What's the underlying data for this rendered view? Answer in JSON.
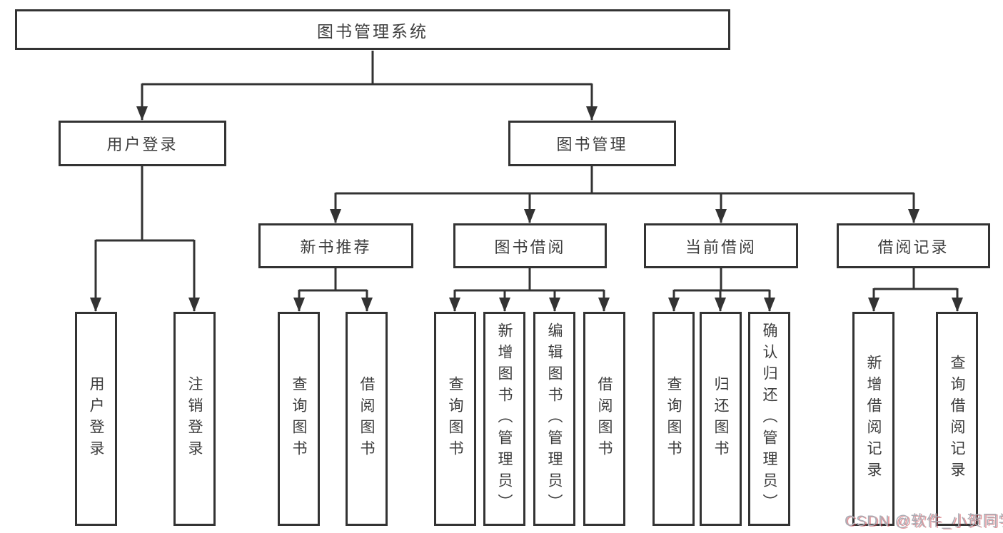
{
  "diagram": {
    "type": "hierarchy-tree",
    "root": {
      "label": "图书管理系统",
      "children": [
        {
          "label": "用户登录",
          "children": [
            {
              "label": "用户登录"
            },
            {
              "label": "注销登录"
            }
          ]
        },
        {
          "label": "图书管理",
          "children": [
            {
              "label": "新书推荐",
              "children": [
                {
                  "label": "查询图书"
                },
                {
                  "label": "借阅图书"
                }
              ]
            },
            {
              "label": "图书借阅",
              "children": [
                {
                  "label": "查询图书"
                },
                {
                  "label": "新增图书（管理员）"
                },
                {
                  "label": "编辑图书（管理员）"
                },
                {
                  "label": "借阅图书"
                }
              ]
            },
            {
              "label": "当前借阅",
              "children": [
                {
                  "label": "查询图书"
                },
                {
                  "label": "归还图书"
                },
                {
                  "label": "确认归还（管理员）"
                }
              ]
            },
            {
              "label": "借阅记录",
              "children": [
                {
                  "label": "新增借阅记录"
                },
                {
                  "label": "查询借阅记录"
                }
              ]
            }
          ]
        }
      ]
    },
    "colors": {
      "line": "#333333",
      "text": "#3d3d3d",
      "box_fill": "#ffffff",
      "background": "#ffffff"
    }
  },
  "watermark": {
    "text": "CSDN @软件_小贺同学"
  }
}
